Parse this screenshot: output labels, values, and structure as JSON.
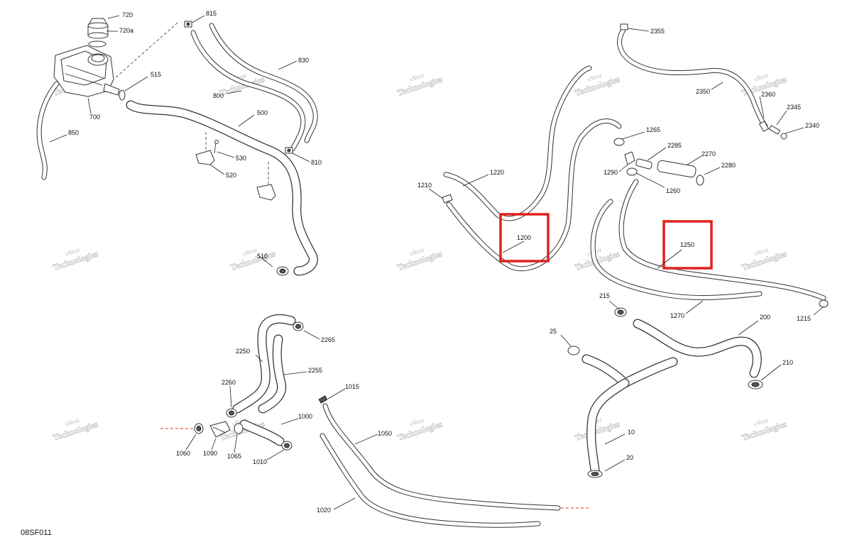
{
  "diagram": {
    "reference_code": "08SF011",
    "watermark": {
      "line1": "vNext",
      "line2": "Technologies"
    },
    "highlighted_parts": [
      "1200",
      "1250"
    ],
    "highlight_color": "#e02020",
    "callouts": {
      "p720": "720",
      "p720a": "720a",
      "p815": "815",
      "p830": "830",
      "p800": "800",
      "p515": "515",
      "p700": "700",
      "p500": "500",
      "p850": "850",
      "p530": "530",
      "p520": "520",
      "p810": "810",
      "p510": "510",
      "p2355": "2355",
      "p2350": "2350",
      "p2360": "2360",
      "p2345": "2345",
      "p2340": "2340",
      "p1265": "1265",
      "p2285": "2285",
      "p2270": "2270",
      "p1290": "1290",
      "p2280": "2280",
      "p1260": "1260",
      "p1220": "1220",
      "p1210": "1210",
      "p1200": "1200",
      "p1250": "1250",
      "p215": "215",
      "p1270": "1270",
      "p1215": "1215",
      "p25": "25",
      "p200": "200",
      "p210": "210",
      "p10": "10",
      "p20": "20",
      "p2265": "2265",
      "p2250": "2250",
      "p2255": "2255",
      "p2260": "2260",
      "p1015": "1015",
      "p1000": "1000",
      "p1060": "1060",
      "p1090": "1090",
      "p1065": "1065",
      "p1010": "1010",
      "p1050": "1050",
      "p1020": "1020"
    }
  }
}
